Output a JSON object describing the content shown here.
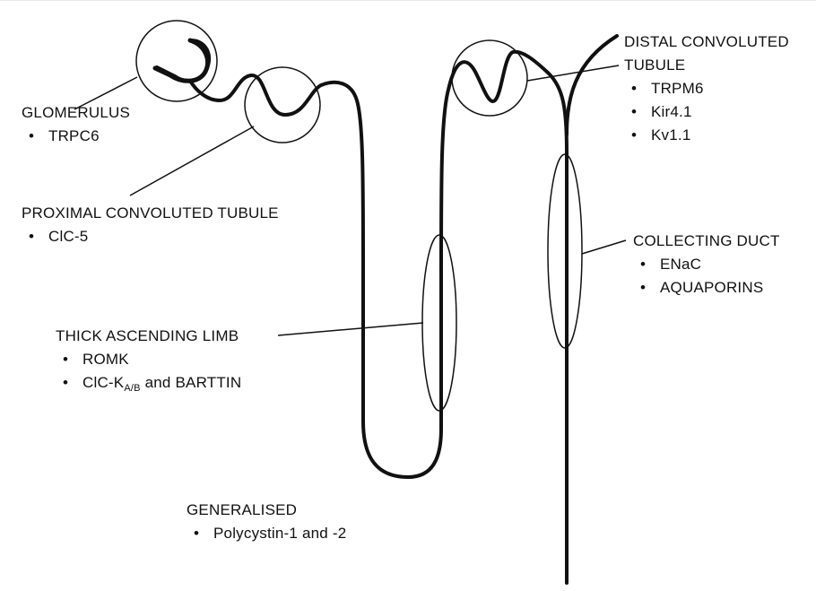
{
  "diagram": {
    "glomerulus": {
      "title": "GLOMERULUS",
      "items": [
        "TRPC6"
      ]
    },
    "proximal": {
      "title": "PROXIMAL CONVOLUTED TUBULE",
      "items": [
        "ClC-5"
      ]
    },
    "thick_limb": {
      "title": "THICK ASCENDING LIMB",
      "item1": "ROMK",
      "item2_pre": "ClC-K",
      "item2_sub": "A/B",
      "item2_post": " and BARTTIN"
    },
    "generalised": {
      "title": "GENERALISED",
      "items": [
        "Polycystin-1 and -2"
      ]
    },
    "distal": {
      "title_line1": "DISTAL CONVOLUTED",
      "title_line2": "TUBULE",
      "items": [
        "TRPM6",
        "Kir4.1",
        "Kv1.1"
      ]
    },
    "collecting": {
      "title": "COLLECTING DUCT",
      "items": [
        "ENaC",
        "AQUAPORINS"
      ]
    },
    "bullet": "•"
  }
}
